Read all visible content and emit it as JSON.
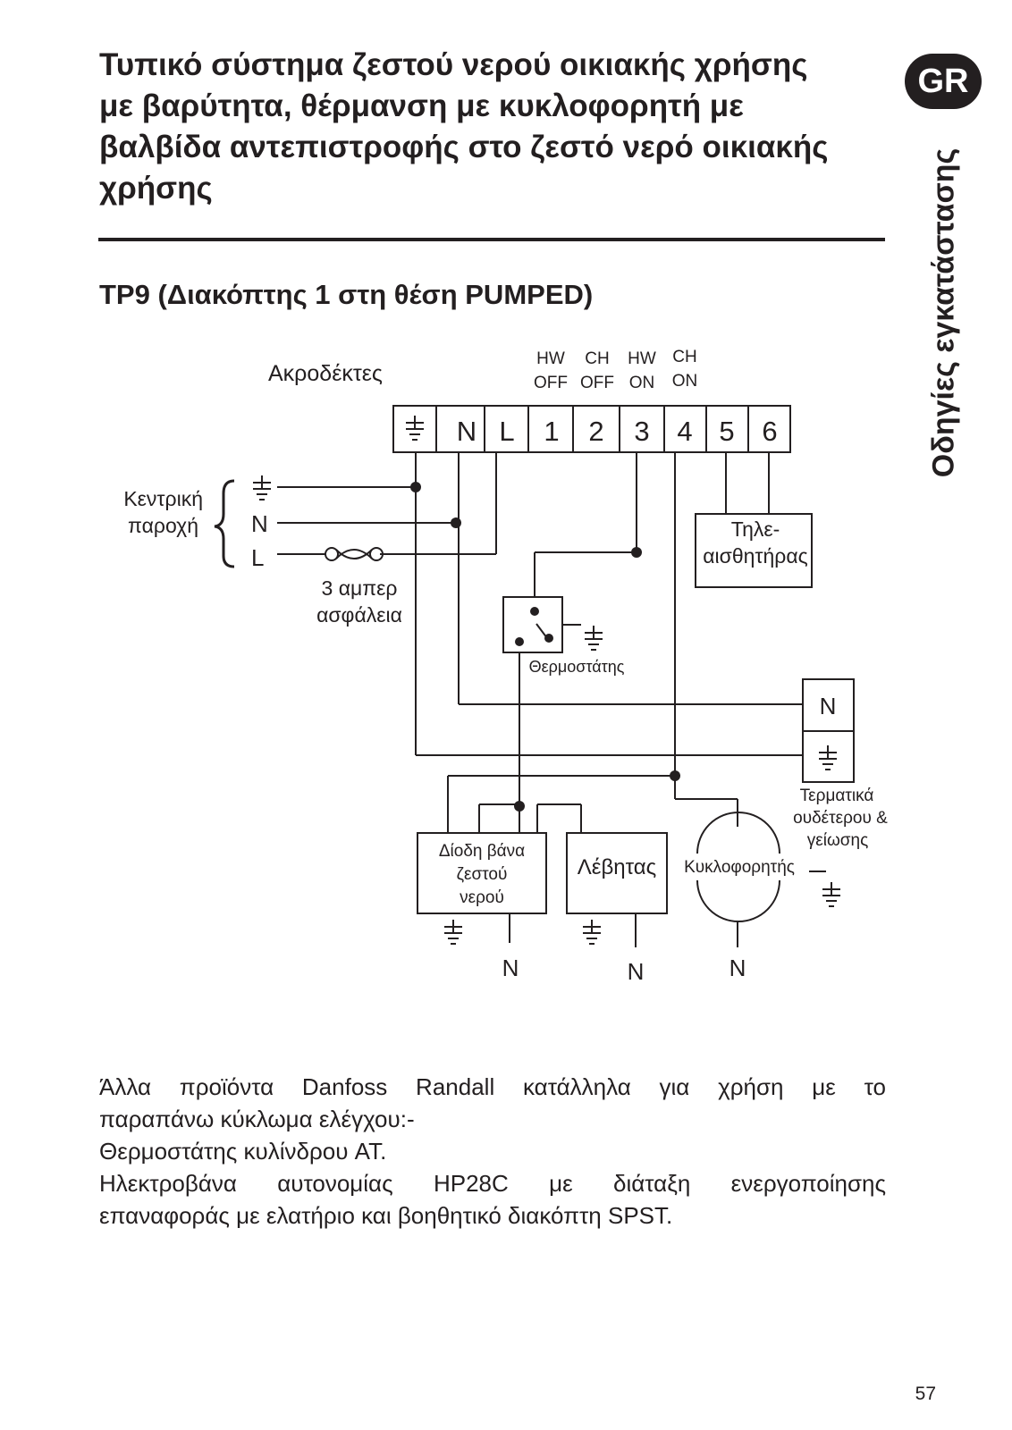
{
  "page": {
    "title_lines": [
      "Τυπικό σύστημα ζεστού νερού οικιακής χρήσης",
      "με βαρύτητα, θέρμανση με κυκλοφορητή με",
      "βαλβίδα αντεπιστροφής στο ζεστό νερό οικιακής",
      "χρήσης"
    ],
    "subtitle": "TP9 (Διακόπτης 1 στη θέση PUMPED)",
    "language_badge": "GR",
    "side_label": "Οδηγίες εγκατάστασης",
    "page_number": "57"
  },
  "diagram": {
    "terminals_label": "Ακροδέκτες",
    "terminal_labels": [
      "N",
      "L",
      "1",
      "2",
      "3",
      "4",
      "5",
      "6"
    ],
    "terminal_headers": [
      {
        "line1": "HW",
        "line2": "OFF"
      },
      {
        "line1": "CH",
        "line2": "OFF"
      },
      {
        "line1": "HW",
        "line2": "ON"
      },
      {
        "line1": "CH",
        "line2": "ON"
      }
    ],
    "mains_label": [
      "Κεντρική",
      "παροχή"
    ],
    "mains_n": "N",
    "mains_l": "L",
    "fuse_label": [
      "3 αμπερ",
      "ασφάλεια"
    ],
    "sensor_label": [
      "Τηλε-",
      "αισθητήρας"
    ],
    "thermostat_label": "Θερμοστάτης",
    "junction_n": "N",
    "junction_label": [
      "Τερματικά",
      "ουδέτερου &",
      "γείωσης"
    ],
    "valve_label": [
      "Δίοδη βάνα",
      "ζεστού",
      "νερού"
    ],
    "boiler_label": "Λέβητας",
    "pump_label": "Κυκλοφορητής",
    "neutral_labels": [
      "N",
      "N",
      "N"
    ]
  },
  "body": {
    "paragraphs": [
      "Άλλα προϊόντα Danfoss Randall κατάλληλα για χρήση με το",
      "παραπάνω κύκλωμα ελέγχου:-",
      "Θερμοστάτης κυλίνδρου AT.",
      "Ηλεκτροβάνα αυτονομίας HP28C με διάταξη ενεργοποίησης",
      "επαναφοράς με ελατήριο και βοηθητικό διακόπτη SPST."
    ]
  }
}
